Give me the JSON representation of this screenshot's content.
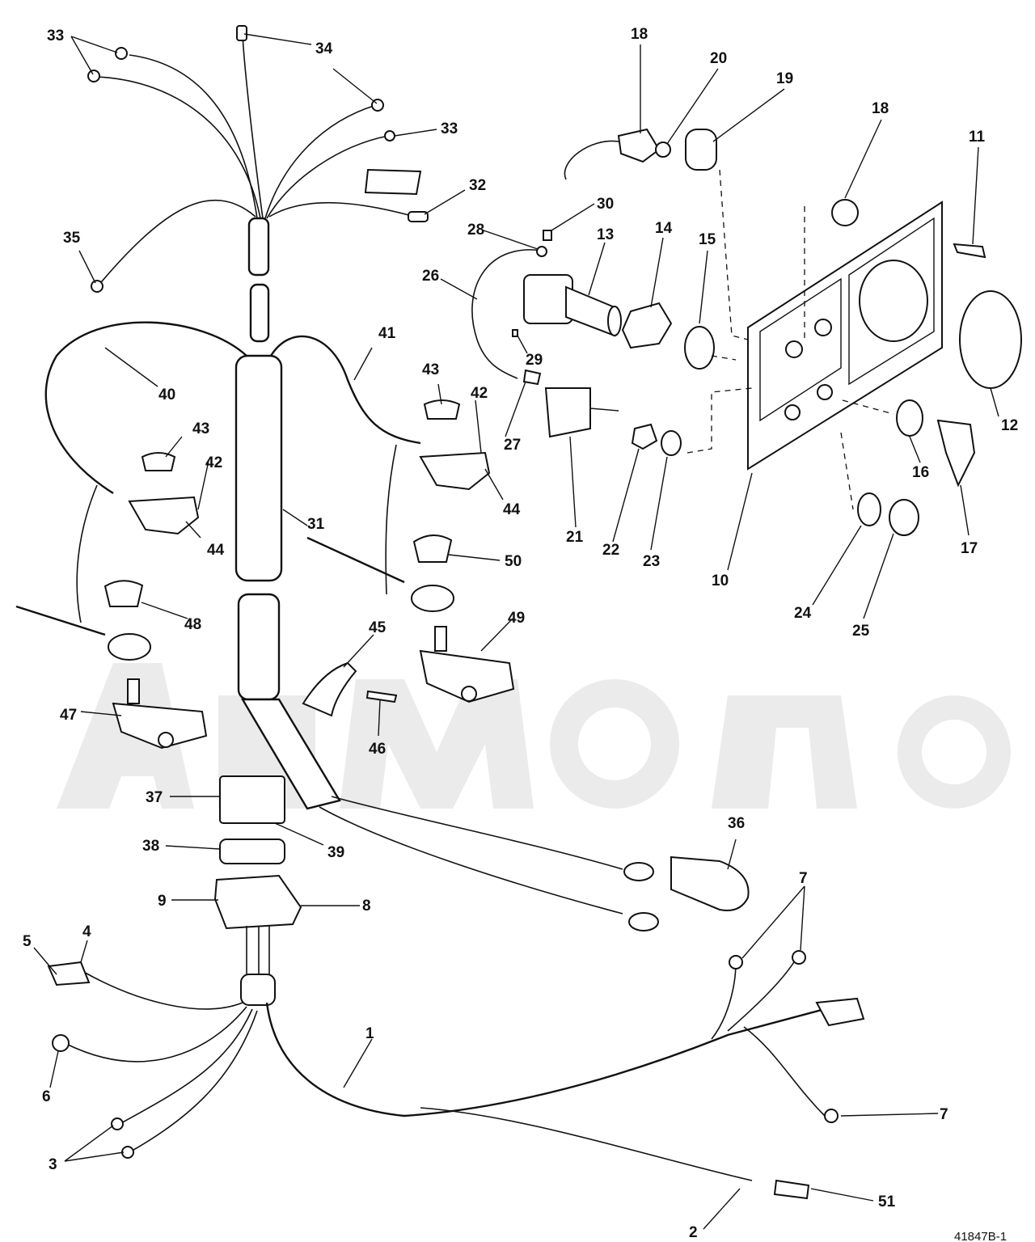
{
  "diagram": {
    "watermark": "",
    "drawing_number": "41847B-1",
    "callouts": [
      "1",
      "2",
      "3",
      "4",
      "5",
      "6",
      "7",
      "8",
      "9",
      "10",
      "11",
      "12",
      "13",
      "14",
      "15",
      "16",
      "17",
      "18",
      "19",
      "20",
      "21",
      "22",
      "23",
      "24",
      "25",
      "26",
      "27",
      "28",
      "29",
      "30",
      "31",
      "32",
      "33",
      "34",
      "35",
      "36",
      "37",
      "38",
      "39",
      "40",
      "41",
      "42",
      "43",
      "44",
      "45",
      "46",
      "47",
      "48",
      "49",
      "50",
      "51"
    ],
    "accent_color": "#111111"
  }
}
